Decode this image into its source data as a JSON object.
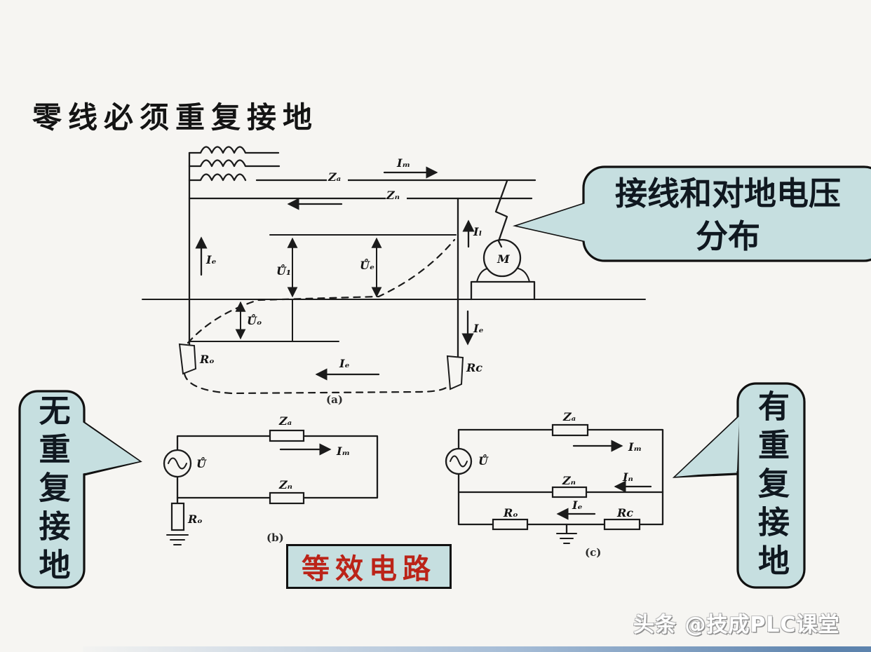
{
  "slide": {
    "title": "零线必须重复接地",
    "watermark": "头条 @技成PLC课堂"
  },
  "callouts": {
    "top_right": {
      "line1": "接线和对地电压",
      "line2": "分布"
    },
    "left": "无重复接地",
    "right": "有重复接地",
    "equivalent_label": "等效电路"
  },
  "diagram_a": {
    "caption": "(a)",
    "labels": {
      "za": "Zₐ",
      "zn": "Zₙ",
      "im": "Iₘ",
      "il": "Iₗ",
      "ie_left": "Iₑ",
      "ie_right": "Iₑ",
      "ie_bottom": "Iₑ",
      "u1": "Ů₁",
      "ue": "Ůₑ",
      "uo": "Ůₒ",
      "ro": "Rₒ",
      "rc": "Rc",
      "motor": "M"
    }
  },
  "diagram_b": {
    "caption": "(b)",
    "labels": {
      "source": "Ů",
      "za": "Zₐ",
      "im": "Iₘ",
      "zn": "Zₙ",
      "ro": "Rₒ"
    }
  },
  "diagram_c": {
    "caption": "(c)",
    "labels": {
      "source": "Ů",
      "za": "Zₐ",
      "im": "Iₘ",
      "zn": "Zₙ",
      "in": "Iₙ",
      "ie": "Iₑ",
      "ro": "Rₒ",
      "rc": "Rc"
    }
  }
}
